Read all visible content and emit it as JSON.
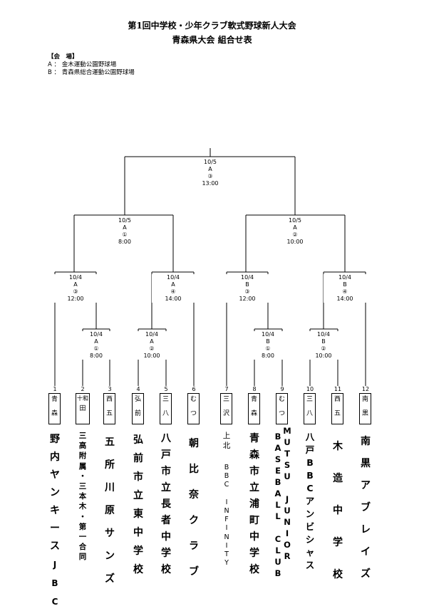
{
  "title_line1": "第1回中学校・少年クラブ軟式野球新人大会",
  "title_line2": "青森県大会 組合せ表",
  "venues": {
    "heading": "【会　場】",
    "a": "A ： 金木運動公園野球場",
    "b": "B ： 青森県総合運動公園野球場"
  },
  "matches": {
    "final": {
      "date": "10/5",
      "venue": "A",
      "number": "③",
      "time": "13:00"
    },
    "semi_left": {
      "date": "10/5",
      "venue": "A",
      "number": "①",
      "time": "8:00"
    },
    "semi_right": {
      "date": "10/5",
      "venue": "A",
      "number": "②",
      "time": "10:00"
    },
    "qf1": {
      "date": "10/4",
      "venue": "A",
      "number": "③",
      "time": "12:00"
    },
    "qf2": {
      "date": "10/4",
      "venue": "A",
      "number": "④",
      "time": "14:00"
    },
    "qf3": {
      "date": "10/4",
      "venue": "B",
      "number": "③",
      "time": "12:00"
    },
    "qf4": {
      "date": "10/4",
      "venue": "B",
      "number": "④",
      "time": "14:00"
    },
    "r1a": {
      "date": "10/4",
      "venue": "A",
      "number": "①",
      "time": "8:00"
    },
    "r1b": {
      "date": "10/4",
      "venue": "A",
      "number": "②",
      "time": "10:00"
    },
    "r1c": {
      "date": "10/4",
      "venue": "B",
      "number": "①",
      "time": "8:00"
    },
    "r1d": {
      "date": "10/4",
      "venue": "B",
      "number": "②",
      "time": "10:00"
    }
  },
  "teams": [
    {
      "seed": "1",
      "abbr": [
        "青",
        "森"
      ],
      "name": [
        "野内ヤンキース",
        "JBC"
      ]
    },
    {
      "seed": "2",
      "abbr": [
        "十和",
        "田"
      ],
      "name": [
        "三本木・第一合同",
        "三高附属・"
      ]
    },
    {
      "seed": "3",
      "abbr": [
        "西",
        "五"
      ],
      "name": [
        "五所川原サンズ"
      ]
    },
    {
      "seed": "4",
      "abbr": [
        "弘",
        "前"
      ],
      "name": [
        "弘前市立東中学校"
      ]
    },
    {
      "seed": "5",
      "abbr": [
        "三",
        "八"
      ],
      "name": [
        "八戸市立長者中学校"
      ]
    },
    {
      "seed": "6",
      "abbr": [
        "む",
        "つ"
      ],
      "name": [
        "朝比奈クラブ"
      ]
    },
    {
      "seed": "7",
      "abbr": [
        "三",
        "沢"
      ],
      "name": [
        "上北",
        "BBC INFINITY"
      ]
    },
    {
      "seed": "8",
      "abbr": [
        "青",
        "森"
      ],
      "name": [
        "青森市立浦町中学校"
      ]
    },
    {
      "seed": "9",
      "abbr": [
        "む",
        "つ"
      ],
      "name": [
        "MUTSU JUNIOR",
        "BASEBALL CLUB"
      ]
    },
    {
      "seed": "10",
      "abbr": [
        "三",
        "八"
      ],
      "name": [
        "八戸BBCアンビシャス"
      ]
    },
    {
      "seed": "11",
      "abbr": [
        "西",
        "五"
      ],
      "name": [
        "木造中学校"
      ]
    },
    {
      "seed": "12",
      "abbr": [
        "南",
        "黒"
      ],
      "name": [
        "南黒アブレイズ"
      ]
    }
  ]
}
